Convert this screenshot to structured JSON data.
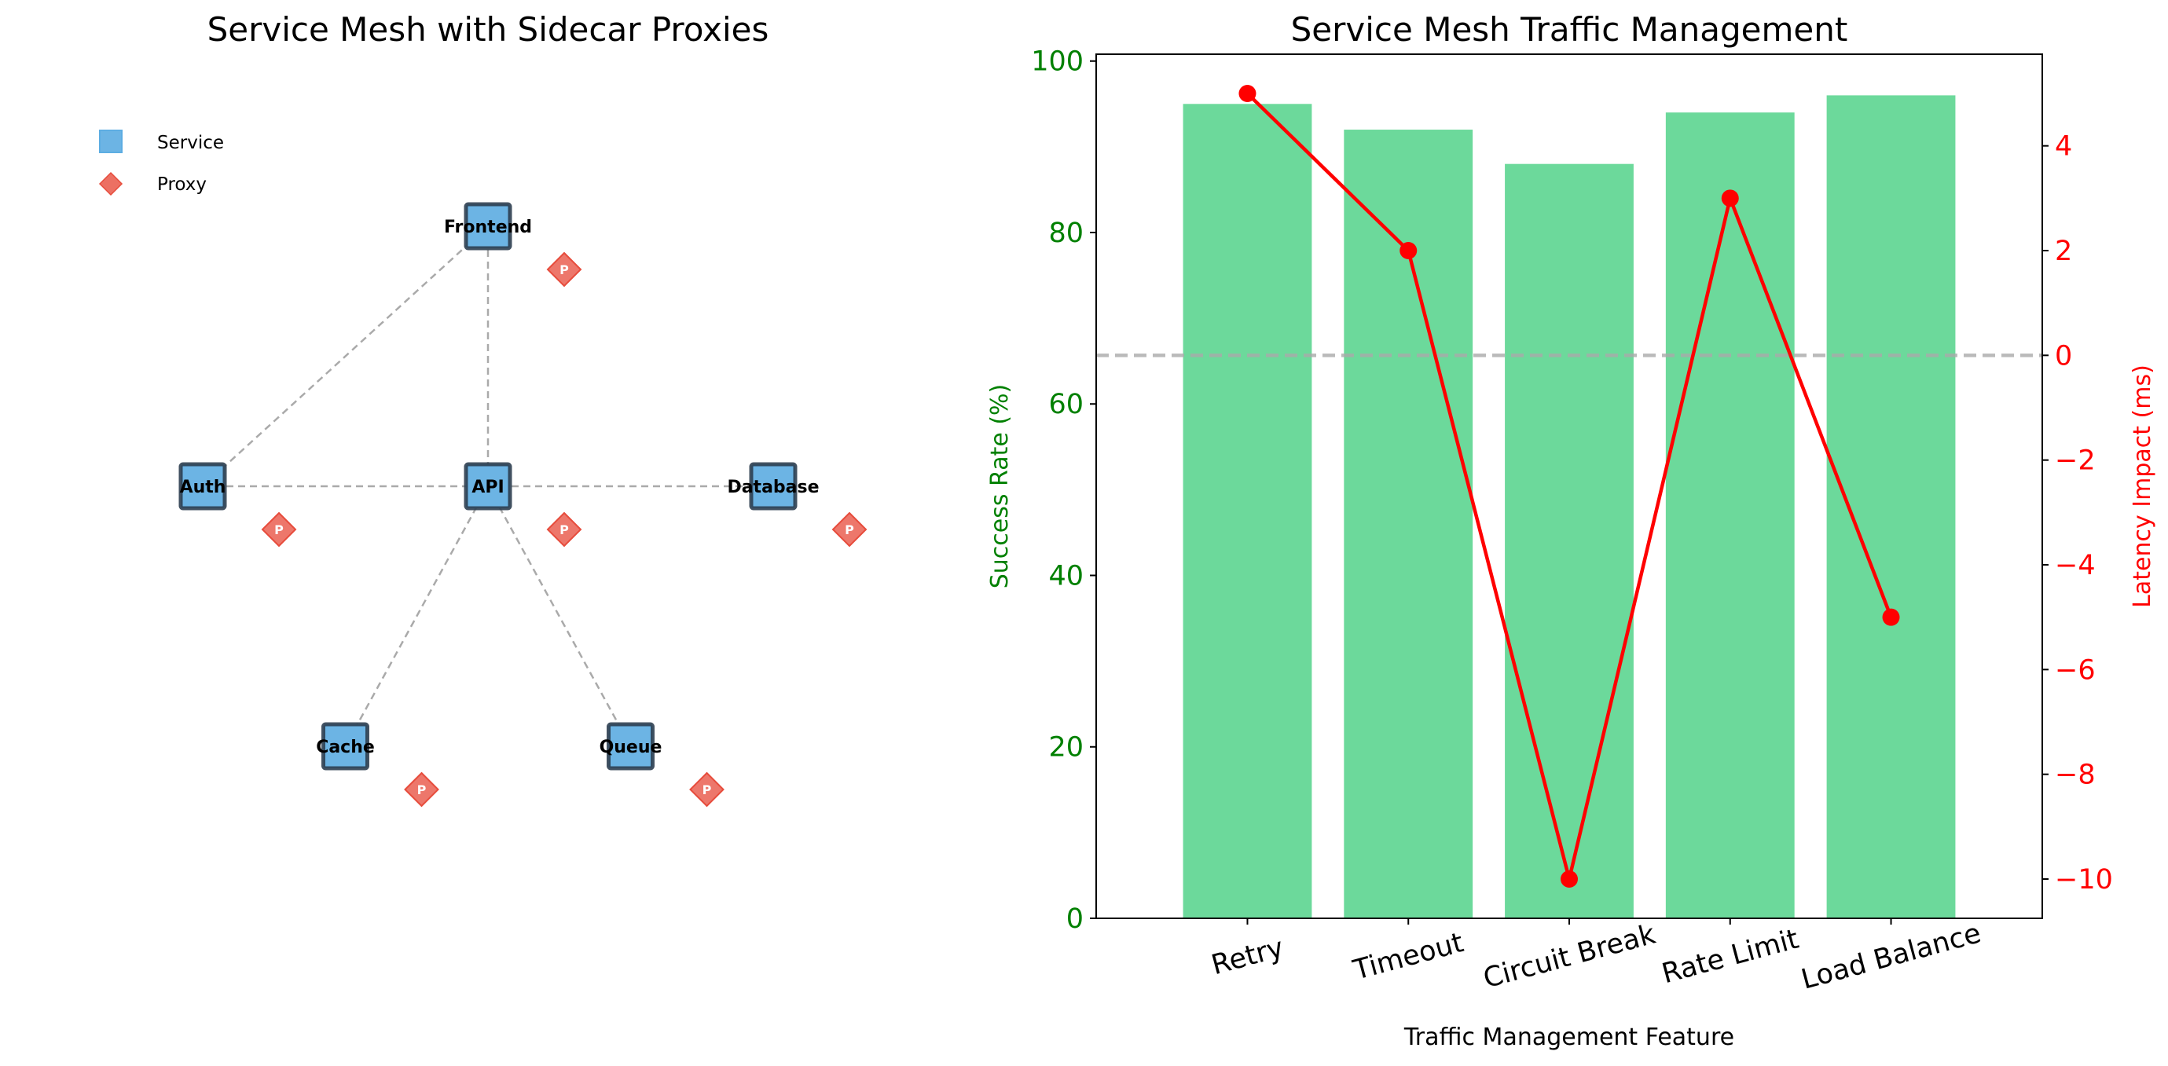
{
  "chart_data": [
    {
      "type": "network",
      "title": "Service Mesh with Sidecar Proxies",
      "legend": {
        "placement": "top-left",
        "entries": [
          "Service",
          "Proxy"
        ]
      },
      "nodes": [
        {
          "name": "Frontend",
          "pos": [
            0,
            2
          ]
        },
        {
          "name": "Auth",
          "pos": [
            -2,
            0
          ]
        },
        {
          "name": "API",
          "pos": [
            0,
            0
          ]
        },
        {
          "name": "Database",
          "pos": [
            2,
            0
          ]
        },
        {
          "name": "Cache",
          "pos": [
            -1,
            -2
          ]
        },
        {
          "name": "Queue",
          "pos": [
            1,
            -2
          ]
        }
      ],
      "proxy_label": "P",
      "edges": [
        [
          "Frontend",
          "Auth"
        ],
        [
          "Frontend",
          "API"
        ],
        [
          "Auth",
          "API"
        ],
        [
          "API",
          "Database"
        ],
        [
          "API",
          "Cache"
        ],
        [
          "API",
          "Queue"
        ]
      ],
      "colors": {
        "service": "#6cb4e4",
        "service_edge": "#2c3e50",
        "proxy": "#ec7063",
        "edge": "#aaaaaa"
      }
    },
    {
      "type": "bar+line",
      "title": "Service Mesh Traffic Management",
      "xlabel": "Traffic Management Feature",
      "categories": [
        "Retry",
        "Timeout",
        "Circuit Break",
        "Rate Limit",
        "Load Balance"
      ],
      "series": [
        {
          "name": "Success Rate (%)",
          "type": "bar",
          "axis": "left",
          "values": [
            95,
            92,
            88,
            94,
            96
          ],
          "color": "#6cd99b"
        },
        {
          "name": "Latency Impact (ms)",
          "type": "line",
          "axis": "right",
          "values": [
            5,
            2,
            -10,
            3,
            -5
          ],
          "color": "#ff0000"
        }
      ],
      "ylabel": "Success Rate (%)",
      "ylabel_right": "Latency Impact (ms)",
      "ylim": [
        0,
        100.8
      ],
      "ylim_right": [
        -10.75,
        5.75
      ],
      "yticks": [
        0,
        20,
        40,
        60,
        80,
        100
      ],
      "yticks_right": [
        -10,
        -8,
        -6,
        -4,
        -2,
        0,
        2,
        4
      ],
      "reference_line_right": 0,
      "left_color": "#008000",
      "right_color": "#ff0000"
    }
  ]
}
